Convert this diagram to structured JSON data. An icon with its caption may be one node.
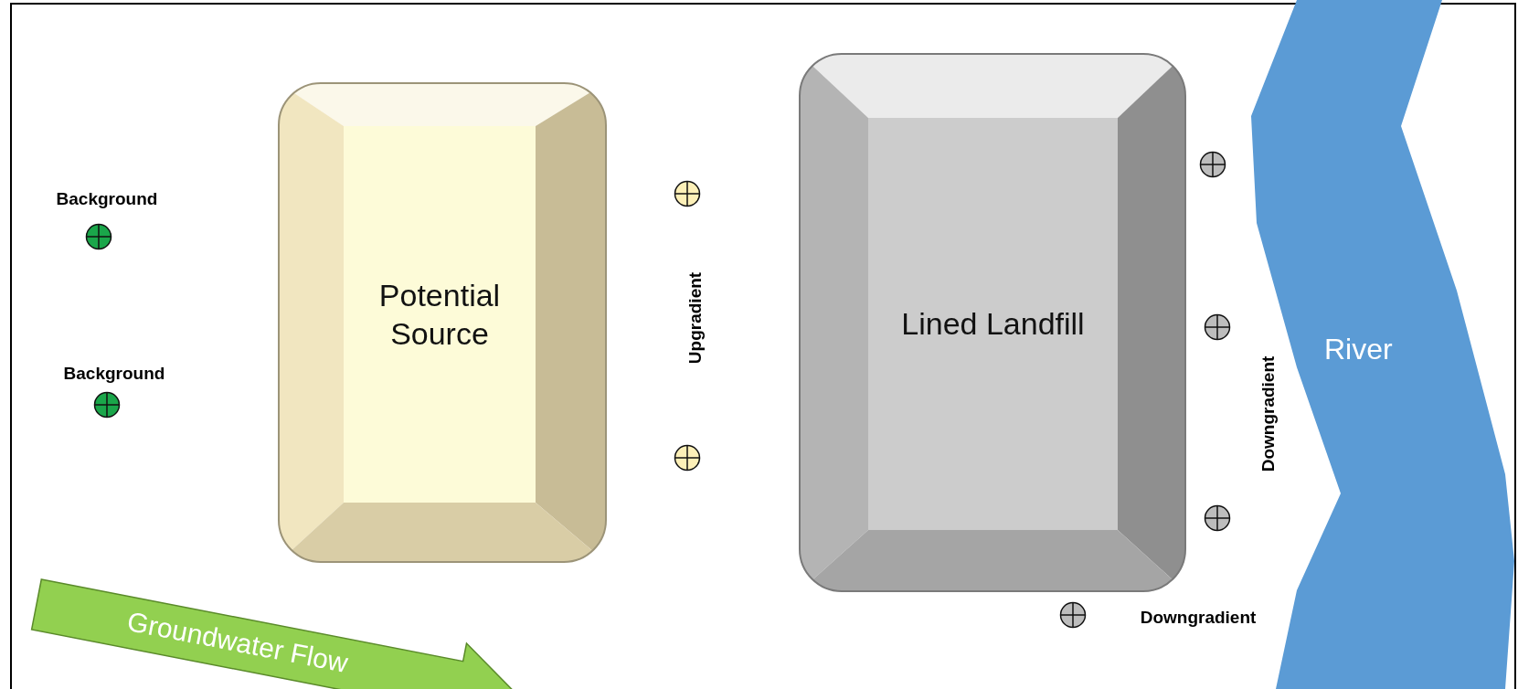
{
  "diagram": {
    "nodes": [
      {
        "text": [
          "Potential Source"
        ]
      },
      {
        "text": [
          "Lined Landfill"
        ]
      },
      {
        "text": [
          "River"
        ]
      },
      {
        "text": [
          "Groundwater Flow"
        ]
      }
    ],
    "labels": [
      "Background",
      "Background",
      "Upgradient",
      "Downgradient",
      "Downgradient"
    ]
  }
}
